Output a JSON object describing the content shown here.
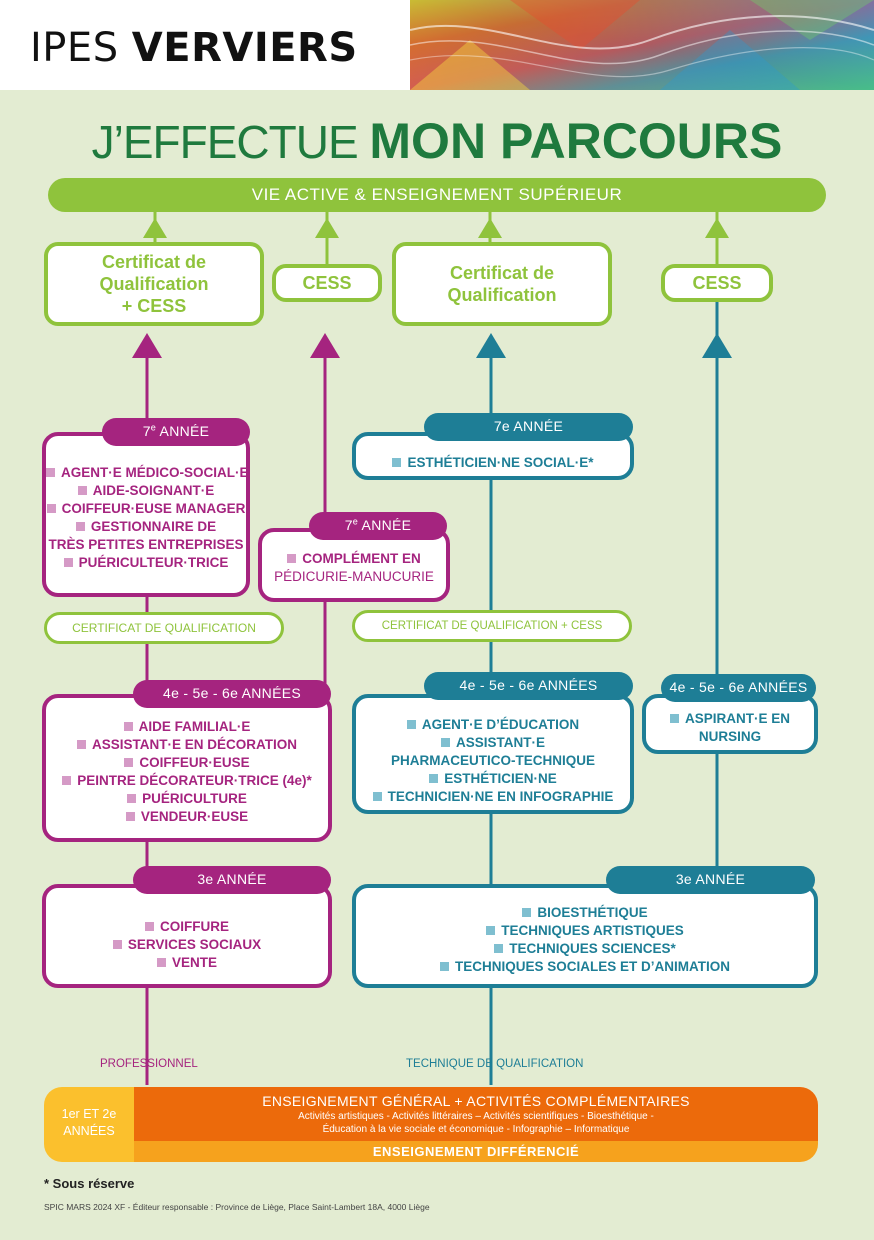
{
  "header": {
    "logo_light": "IPES ",
    "logo_bold": "VERVIERS"
  },
  "title": {
    "part1": "J’EFFECTUE ",
    "part2": "MON PARCOURS"
  },
  "top_bar": "VIE ACTIVE & ENSEIGNEMENT SUPÉRIEUR",
  "outcomes": {
    "cq_cess_left": "Certificat de\nQualification\n+ CESS",
    "cess_1": "CESS",
    "cq_center": "Certificat de\nQualification",
    "cess_2": "CESS"
  },
  "professionnel": {
    "label": "PROFESSIONNEL",
    "y7a": {
      "title_num": "7",
      "title_sup": "e",
      "title_rest": " ANNÉE",
      "items": [
        "AGENT·E MÉDICO-SOCIAL·E",
        "AIDE-SOIGNANT·E",
        "COIFFEUR·EUSE MANAGER",
        "GESTIONNAIRE DE",
        "PUÉRICULTEUR·TRICE"
      ],
      "item_cont": "TRÈS PETITES ENTREPRISES"
    },
    "y7b": {
      "title_num": "7",
      "title_sup": "e",
      "title_rest": " ANNÉE",
      "items": [
        "COMPLÉMENT EN"
      ],
      "item_cont": "PÉDICURIE-MANUCURIE"
    },
    "cq": "CERTIFICAT DE QUALIFICATION",
    "y456": {
      "title": "4e - 5e - 6e ANNÉES",
      "items": [
        "AIDE FAMILIAL·E",
        "ASSISTANT·E EN DÉCORATION",
        "COIFFEUR·EUSE",
        "PEINTRE DÉCORATEUR·TRICE (4e)*",
        "PUÉRICULTURE",
        "VENDEUR·EUSE"
      ]
    },
    "y3": {
      "title": "3e ANNÉE",
      "items": [
        "COIFFURE",
        "SERVICES SOCIAUX",
        "VENTE"
      ]
    }
  },
  "technique_qualif": {
    "label": "TECHNIQUE DE QUALIFICATION",
    "y7": {
      "title": "7e ANNÉE",
      "items": [
        "ESTHÉTICIEN·NE SOCIAL·E*"
      ]
    },
    "cq": "CERTIFICAT DE QUALIFICATION + CESS",
    "y456": {
      "title": "4e - 5e - 6e ANNÉES",
      "items": [
        "AGENT·E D’ÉDUCATION",
        "ASSISTANT·E",
        "ESTHÉTICIEN·NE",
        "TECHNICIEN·NE EN INFOGRAPHIE"
      ],
      "item_cont": "PHARMACEUTICO-TECHNIQUE"
    },
    "y3": {
      "title": "3e ANNÉE",
      "items": [
        "BIOESTHÉTIQUE",
        "TECHNIQUES ARTISTIQUES",
        "TECHNIQUES SCIENCES*",
        "TECHNIQUES SOCIALES ET D’ANIMATION"
      ]
    }
  },
  "transition": {
    "y456": {
      "title": "4e - 5e - 6e ANNÉES",
      "items": [
        "ASPIRANT·E EN"
      ],
      "item_cont": "NURSING"
    }
  },
  "bottom": {
    "years": "1er ET 2e\nANNÉES",
    "general": "ENSEIGNEMENT GÉNÉRAL + ACTIVITÉS COMPLÉMENTAIRES",
    "activities_line1": "Activités artistiques - Activités littéraires – Activités scientifiques - Bioesthétique -",
    "activities_line2": "Éducation à la vie sociale et économique - Infographie – Informatique",
    "differencie": "ENSEIGNEMENT DIFFÉRENCIÉ"
  },
  "note": "* Sous réserve",
  "footer": "SPIC MARS 2024 XF - Éditeur responsable : Province de Liège, Place Saint-Lambert 18A, 4000 Liège",
  "colors": {
    "green": "#8fc33c",
    "dark_green": "#1f7a3e",
    "pink": "#a5247f",
    "blue": "#1e7e96",
    "orange": "#ec6a0b",
    "yellow": "#fbc02d",
    "background": "#e3ecd2"
  },
  "icons": {
    "title_o": "three-arrows-circle-icon"
  }
}
